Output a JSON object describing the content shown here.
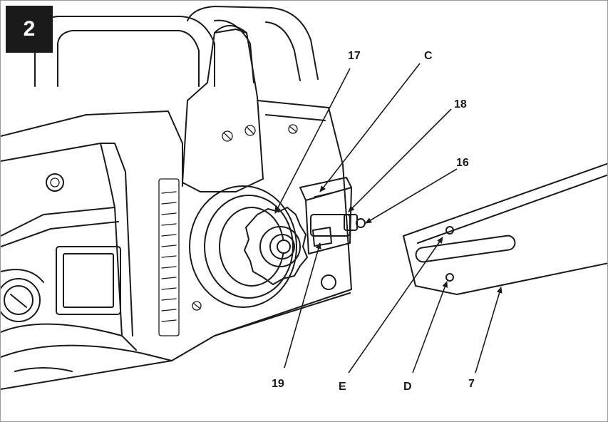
{
  "figure": {
    "number": "2"
  },
  "callouts": {
    "c17": "17",
    "cC": "C",
    "c18": "18",
    "c16": "16",
    "c19": "19",
    "cE": "E",
    "cD": "D",
    "c7": "7"
  }
}
